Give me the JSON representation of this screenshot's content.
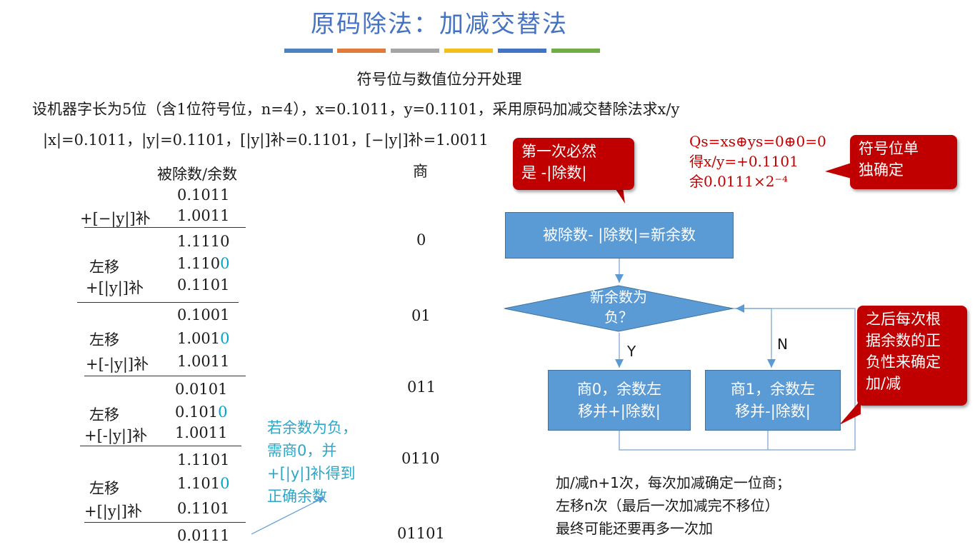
{
  "title": "原码除法：加减交替法",
  "accent_bars": [
    "#4f81bd",
    "#e07b39",
    "#a5a5a5",
    "#f2c01e",
    "#4472c4",
    "#70ad47"
  ],
  "subtitle": "符号位与数值位分开处理",
  "problem": "设机器字长为5位（含1位符号位，n=4），x=0.1011，y=0.1101，采用原码加减交替除法求x/y",
  "operands": "|x|=0.1011，|y|=0.1101，[|y|]补=0.1101，[−|y|]补=1.0011",
  "table": {
    "header_dividend": "被除数/余数",
    "header_quotient": "商",
    "op_add_neg_y": "+[−|y|]补",
    "op_add_neg_y2": "+[-|y|]补",
    "op_add_y": "+[|y|]补",
    "shift": "左移",
    "v1": "0.1011",
    "v2": "1.0011",
    "v3": "1.1110",
    "v4a": "1.110",
    "v4b": "0",
    "v5": "0.1101",
    "v6": "0.1001",
    "v7a": "1.001",
    "v7b": "0",
    "v8": "1.0011",
    "v9": "0.0101",
    "v10a": "0.101",
    "v10b": "0",
    "v11": "1.0011",
    "v12": "1.1101",
    "v13a": "1.101",
    "v13b": "0",
    "v14": "0.1101",
    "v15": "0.0111",
    "q1": "0",
    "q2": "01",
    "q3": "011",
    "q4": "0110",
    "q5": "01101"
  },
  "note": [
    "若余数为负，",
    "需商0，并",
    "+[|y|]补得到",
    "正确余数"
  ],
  "callouts": {
    "first": [
      "第一次必然",
      "是 -|除数|"
    ],
    "sign": [
      "符号位单",
      "独确定"
    ],
    "after": [
      "之后每次根",
      "据余数的正",
      "负性来确定",
      "加/减"
    ]
  },
  "sign_result": [
    "Qs=xs⊕ys=0⊕0=0",
    "得x/y=+0.1101",
    "余0.0111×2⁻⁴"
  ],
  "flow": {
    "step1": "被除数- |除数|=新余数",
    "decision": [
      "新余数为",
      "负？"
    ],
    "yes": "Y",
    "no": "N",
    "left": [
      "商0，余数左",
      "移并+|除数|"
    ],
    "right": [
      "商1，余数左",
      "移并-|除数|"
    ]
  },
  "summary": [
    "加/减n+1次，每次加减确定一位商；",
    "左移n次（最后一次加减完不移位）",
    "最终可能还要再多一次加"
  ]
}
